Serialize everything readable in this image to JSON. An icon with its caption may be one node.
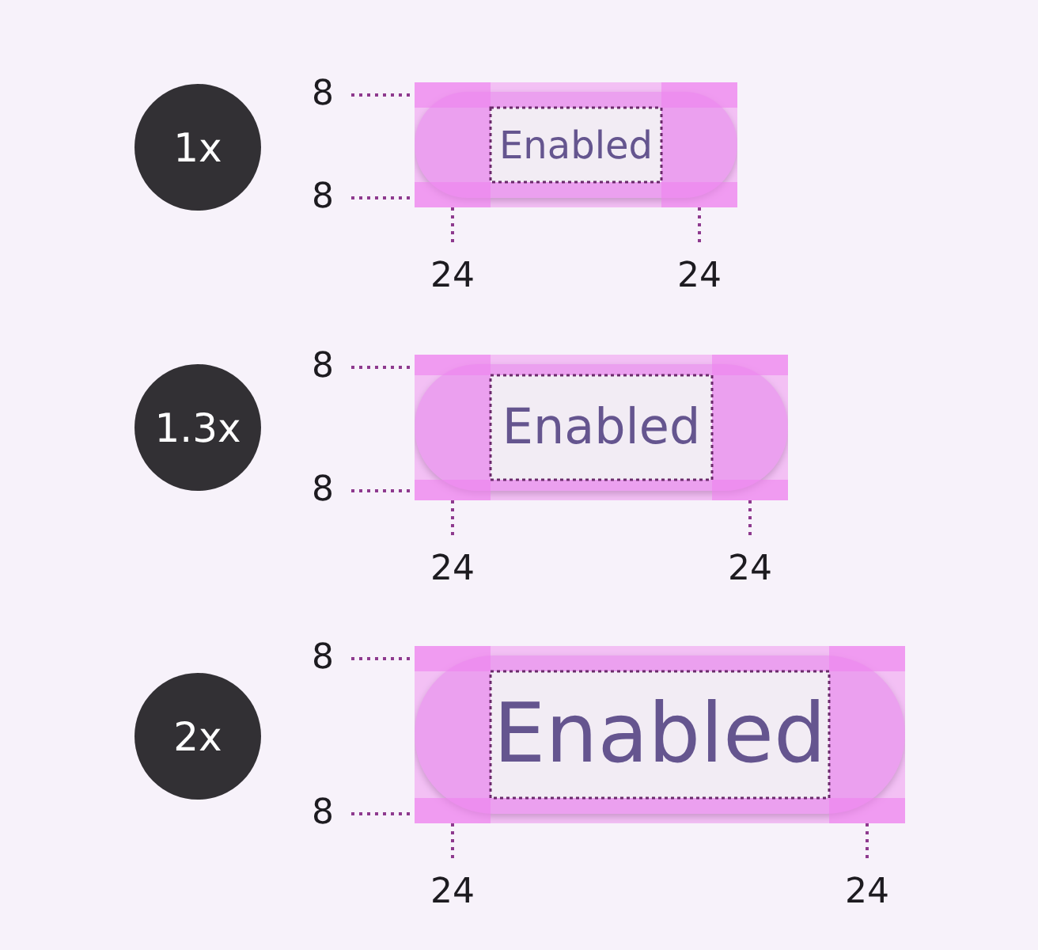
{
  "diagram": {
    "nodes": [
      {
        "text": [
          "1x"
        ]
      },
      {
        "text": [
          "Enabled"
        ]
      },
      {
        "text": [
          "1.3x"
        ]
      },
      {
        "text": [
          "Enabled"
        ]
      },
      {
        "text": [
          "2x"
        ]
      },
      {
        "text": [
          "Enabled"
        ]
      }
    ],
    "labels": [
      "8",
      "8",
      "24",
      "24",
      "8",
      "8",
      "24",
      "24",
      "8",
      "8",
      "24",
      "24"
    ]
  }
}
